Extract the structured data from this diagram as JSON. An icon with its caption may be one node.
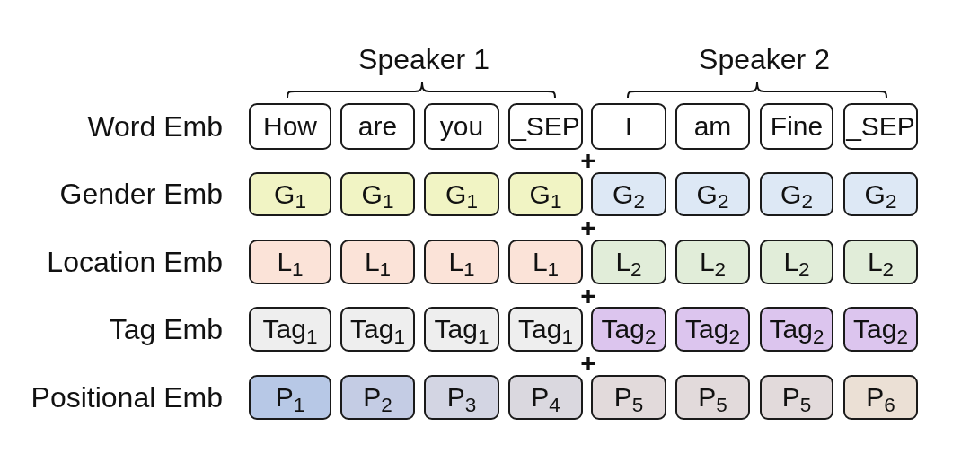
{
  "diagram": {
    "nodes": [
      {
        "text": [
          "How"
        ]
      },
      {
        "text": [
          "are"
        ]
      },
      {
        "text": [
          "you"
        ]
      },
      {
        "text": [
          "_SEP"
        ]
      },
      {
        "text": [
          "I"
        ]
      },
      {
        "text": [
          "am"
        ]
      },
      {
        "text": [
          "Fine"
        ]
      },
      {
        "text": [
          "_SEP"
        ]
      },
      {
        "text": [
          "G$_{1}$"
        ]
      },
      {
        "text": [
          "G$_{1}$"
        ]
      },
      {
        "text": [
          "G$_{1}$"
        ]
      },
      {
        "text": [
          "G$_{1}$"
        ]
      },
      {
        "text": [
          "G$_{2}$"
        ]
      },
      {
        "text": [
          "G$_{2}$"
        ]
      },
      {
        "text": [
          "G$_{2}$"
        ]
      },
      {
        "text": [
          "G$_{2}$"
        ]
      },
      {
        "text": [
          "L$_{1}$"
        ]
      },
      {
        "text": [
          "L$_{1}$"
        ]
      },
      {
        "text": [
          "L$_{1}$"
        ]
      },
      {
        "text": [
          "L$_{1}$"
        ]
      },
      {
        "text": [
          "L$_{2}$"
        ]
      },
      {
        "text": [
          "L$_{2}$"
        ]
      },
      {
        "text": [
          "L$_{2}$"
        ]
      },
      {
        "text": [
          "L$_{2}$"
        ]
      },
      {
        "text": [
          "Tag$_{1}$"
        ]
      },
      {
        "text": [
          "Tag$_{1}$"
        ]
      },
      {
        "text": [
          "Tag$_{1}$"
        ]
      },
      {
        "text": [
          "Tag$_{1}$"
        ]
      },
      {
        "text": [
          "Tag$_{2}$"
        ]
      },
      {
        "text": [
          "Tag$_{2}$"
        ]
      },
      {
        "text": [
          "Tag$_{2}$"
        ]
      },
      {
        "text": [
          "Tag$_{2}$"
        ]
      },
      {
        "text": [
          "P$_{1}$"
        ]
      },
      {
        "text": [
          "P$_{2}$"
        ]
      },
      {
        "text": [
          "P$_{3}$"
        ]
      },
      {
        "text": [
          "P$_{4}$"
        ]
      },
      {
        "text": [
          "P$_{5}$"
        ]
      },
      {
        "text": [
          "P$_{5}$"
        ]
      },
      {
        "text": [
          "P$_{5}$"
        ]
      },
      {
        "text": [
          "P$_{6}$"
        ]
      }
    ],
    "labels": [
      "Speaker 1",
      "Speaker 2",
      "Word Emb",
      "+",
      "Gender Emb",
      "+",
      "Location Emb",
      "+",
      "Tag Emb",
      "+",
      "Positional Emb"
    ]
  }
}
